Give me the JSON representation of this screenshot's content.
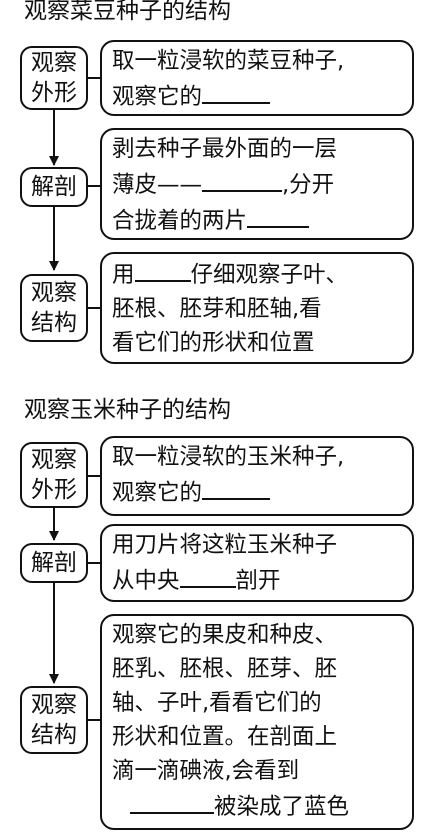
{
  "bean": {
    "title": "观察菜豆种子的结构",
    "labels": {
      "outer": [
        "观察",
        "外形"
      ],
      "dissect": [
        "解剖"
      ],
      "structure": [
        "观察",
        "结构"
      ]
    },
    "step1": {
      "l1": "取一粒浸软的菜豆种子,",
      "l2": "观察它的"
    },
    "step2": {
      "l1": "剥去种子最外面的一层",
      "l2a": "薄皮——",
      "l2b": ",分开",
      "l3": "合拢着的两片"
    },
    "step3": {
      "l1a": "用",
      "l1b": "仔细观察子叶、",
      "l2": "胚根、胚芽和胚轴,看",
      "l3": "看它们的形状和位置"
    }
  },
  "corn": {
    "title": "观察玉米种子的结构",
    "labels": {
      "outer": [
        "观察",
        "外形"
      ],
      "dissect": [
        "解剖"
      ],
      "structure": [
        "观察",
        "结构"
      ]
    },
    "step1": {
      "l1": "取一粒浸软的玉米种子,",
      "l2": "观察它的"
    },
    "step2": {
      "l1": "用刀片将这粒玉米种子",
      "l2a": "从中央",
      "l2b": "剖开"
    },
    "step3": {
      "l1": "观察它的果皮和种皮、",
      "l2": "胚乳、胚根、胚芽、胚",
      "l3": "轴、子叶,看看它们的",
      "l4": "形状和位置。在剖面上",
      "l5": "滴一滴碘液,会看到",
      "l6b": "被染成了蓝色"
    }
  }
}
